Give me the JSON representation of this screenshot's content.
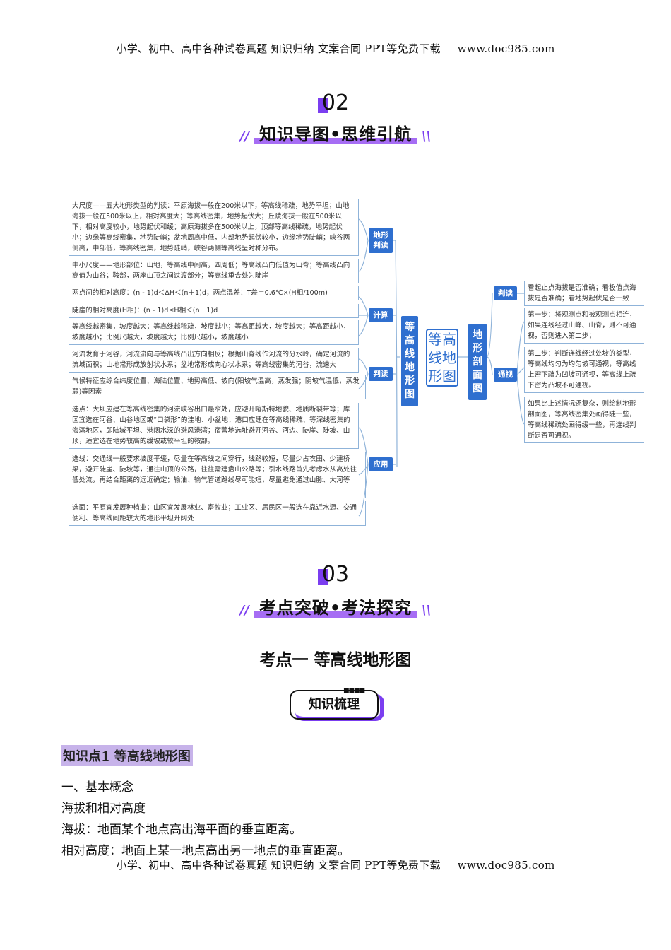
{
  "header": {
    "left": "小学、初中、高中各种试卷真题  知识归纳  文案合同  PPT等免费下载",
    "right": "www.doc985.com"
  },
  "footer": {
    "left": "小学、初中、高中各种试卷真题  知识归纳  文案合同  PPT等免费下载",
    "right": "www.doc985.com"
  },
  "section02": {
    "num": "02",
    "title": "知识导图•思维引航",
    "slash_l": "//",
    "slash_r": "\\\\"
  },
  "section03": {
    "num": "03",
    "title": "考点突破•考法探究",
    "slash_l": "//",
    "slash_r": "\\\\"
  },
  "mindmap": {
    "center": "等高\n线地\n形图",
    "left_root": "等高线地形图",
    "right_root": "地形剖面图",
    "left_tags": {
      "t1": "地形\n判读",
      "t2": "计算",
      "t3": "判读",
      "t4": "应用"
    },
    "right_tags": {
      "t1": "判读",
      "t2": "通视"
    },
    "left_boxes": [
      "大尺度——五大地形类型的判读：平原海拔一般在200米以下，等高线稀疏，地势平坦；山地海拔一般在500米以上，相对高度大；等高线密集，地势起伏大；丘陵海拔一般在500米以下，相对高度较小，地势起伏和缓；高原海拔多在500米以上，顶部等高线稀疏，地势起伏小；边缘等高线密集，地势陡峭；盆地周高中低，内部地势起伏较小，边缘地势陡峭；峡谷两侧高，中部低，等高线密集，地势陡峭，峡谷两侧等高线呈对称分布。",
      "中小尺度——地形部位：山地，等高线中间高，四周低；等高线凸向低值为山脊；等高线凸向高值为山谷；鞍部，两座山顶之间过渡部分；等高线重合处为陡崖",
      "两点间的相对高度：(n - 1)d＜ΔH＜(n＋1)d；两点温差：T差＝0.6℃×(H相/100m)",
      "陡崖的相对高度(H相)：(n - 1)d≤H相＜(n＋1)d",
      "等高线越密集，坡度越大；等高线越稀疏，坡度越小；等高距越大，坡度越大；等高距越小，坡度越小；比例尺越大，坡度越大；比例尺越小，坡度越小",
      "河流发育于河谷，河流流向与等高线凸出方向相反；根据山脊线作河流的分水岭，确定河流的流域面积；山地常形成放射状水系；盆地常形成向心状水系；等高线密集的河谷，流速大",
      "气候特征应综合纬度位置、海陆位置、地势高低、坡向(阳坡气温高，蒸发强；阴坡气温低，蒸发弱)等因素",
      "选点：大坝应建在等高线密集的河流峡谷出口最窄处，应避开喀斯特地貌、地质断裂带等；库区宜选在河谷、山谷地区或“口袋形”的洼地、小盆地；港口应建在等高线稀疏、等深线密集的海湾地区，即陆域平坦、港阔水深的避风港湾；宿营地选址避开河谷、河边、陡崖、陡坡、山顶，适宜选在地势较高的缓坡或较平坦的鞍部。",
      "选线：交通线一般要求坡度平缓，尽量在等高线之间穿行，线路较短，尽量少占农田、少建桥梁，避开陡崖、陡坡等，通往山顶的公路，往往需建盘山公路等；引水线路首先考虑水从高处往低处流，再结合距离的远近确定；输油、输气管道路线尽可能短，尽量避免通过山脉、大河等",
      "选面：平原宜发展种植业；山区宜发展林业、畜牧业；工业区、居民区一般选在靠近水源、交通便利、等高线间距较大的地形平坦开阔处"
    ],
    "right_boxes": [
      "看起止点海拔是否准确；看极值点海拔是否准确；看地势起伏是否一致",
      "第一步：将观测点和被观测点相连，如果连线经过山峰、山脊，则不可通视，否则进入第二步；",
      "第二步：判断连线经过处坡的类型，等高线均匀为均匀坡可通视，等高线上密下疏为凹坡可通视，等高线上疏下密为凸坡不可通视。",
      "如果比上述情况还复杂，则绘制地形剖面图，等高线密集处画得陡一些，等高线稀疏处画得缓一些，再连线判断是否可通视。"
    ]
  },
  "kaodian": {
    "title": "考点一  等高线地形图"
  },
  "zhishi": {
    "label": "知识梳理",
    "dots": "■■■■"
  },
  "kd1": {
    "label": "知识点1 等高线地形图"
  },
  "body": [
    "一、基本概念",
    "海拔和相对高度",
    "海拔：地面某个地点高出海平面的垂直距离。",
    "相对高度：地面上某一地点高出另一地点的垂直距离。"
  ],
  "colors": {
    "accent": "#7b3ef0",
    "blue": "#2f6fcf"
  }
}
